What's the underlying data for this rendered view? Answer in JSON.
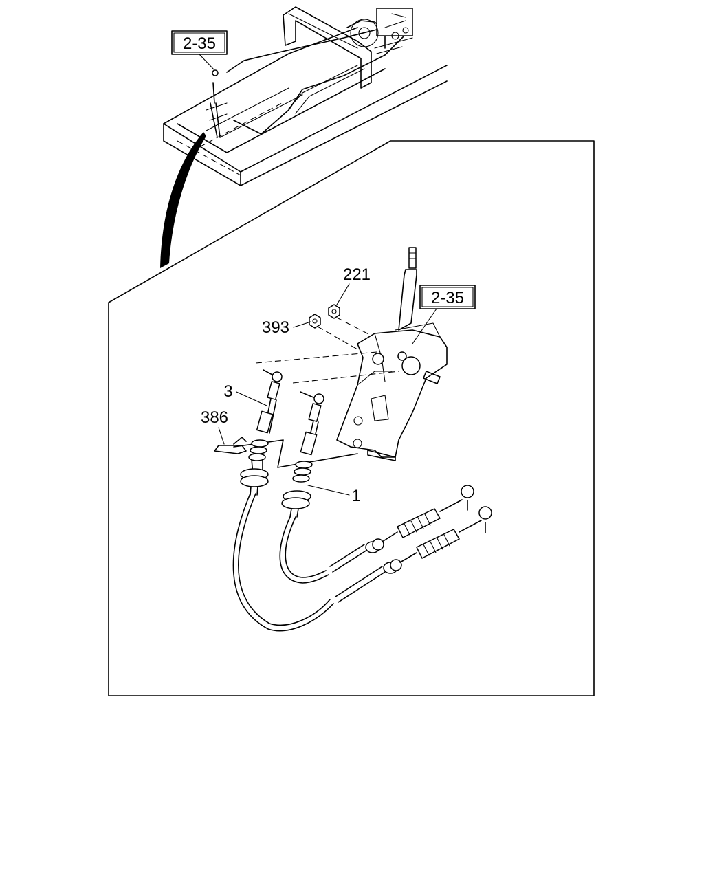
{
  "callouts": {
    "ref_top": "2-35",
    "ref_detail": "2-35",
    "part_221": "221",
    "part_393": "393",
    "part_3": "3",
    "part_386": "386",
    "part_1": "1"
  },
  "colors": {
    "line": "#000000",
    "background": "#ffffff"
  }
}
